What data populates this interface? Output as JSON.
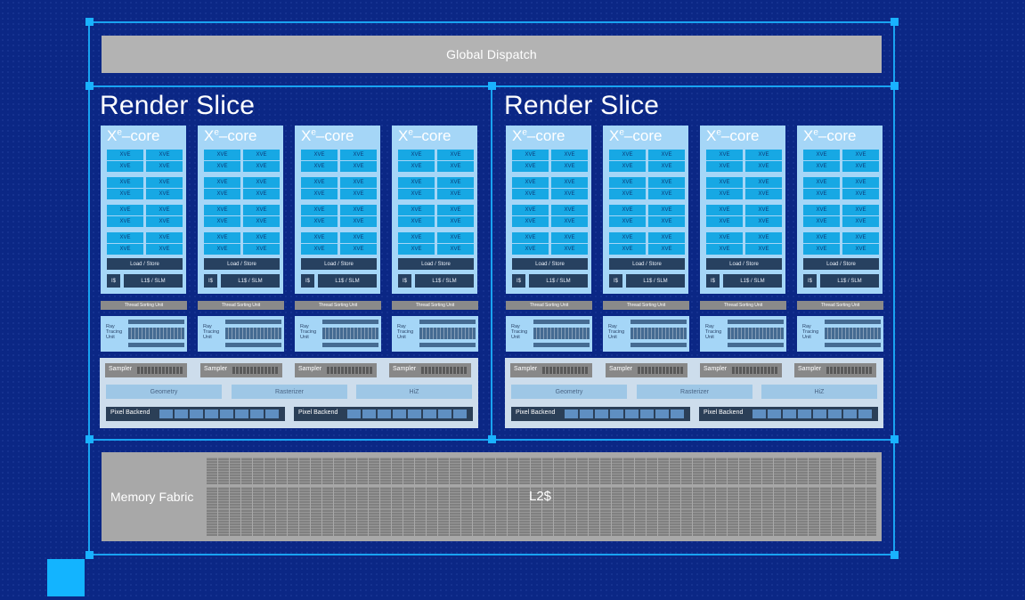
{
  "global_dispatch": "Global Dispatch",
  "render_slices": [
    {
      "title": "Render Slice"
    },
    {
      "title": "Render Slice"
    }
  ],
  "xe_core": {
    "title_main": "X",
    "title_sup": "e",
    "title_suffix": "–core",
    "xve_label": "XVE",
    "load_store": "Load / Store",
    "icache": "I$",
    "l1": "L1$ / SLM"
  },
  "thread_sorting_unit": "Thread Sorting Unit",
  "ray_tracing_unit": [
    "Ray",
    "Tracing",
    "Unit"
  ],
  "fixed_function": {
    "sampler": "Sampler",
    "geometry": "Geometry",
    "rasterizer": "Rasterizer",
    "hiz": "HiZ",
    "pixel_backend": "Pixel Backend"
  },
  "memory_fabric": "Memory Fabric",
  "l2": "L2$",
  "colors": {
    "background": "#0b2785",
    "frame": "#19a3f2",
    "xe_core_bg": "#a5d6f7",
    "xve": "#17a8e4",
    "dark_block": "#274160",
    "grey_block": "#b3b3b3"
  }
}
